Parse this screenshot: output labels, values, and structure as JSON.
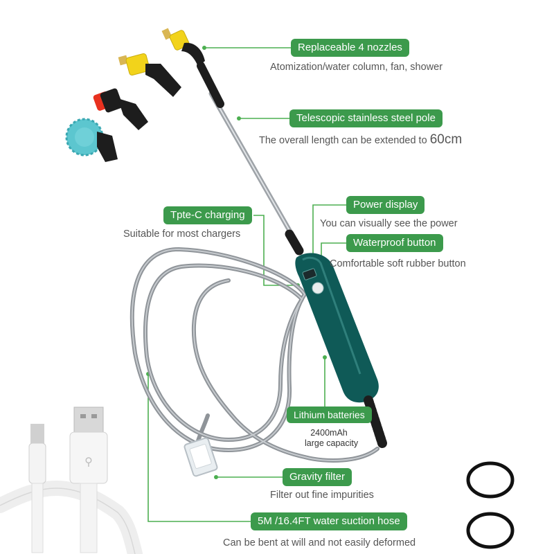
{
  "callouts": {
    "nozzles": {
      "title": "Replaceable 4 nozzles",
      "desc": "Atomization/water column, fan, shower"
    },
    "pole": {
      "title": "Telescopic stainless steel pole",
      "desc": "The overall length can be extended to",
      "value": "60cm"
    },
    "charging": {
      "title": "Tpte-C charging",
      "desc": "Suitable for most chargers"
    },
    "power": {
      "title": "Power display",
      "desc": "You can visually see the power"
    },
    "button": {
      "title": "Waterproof button",
      "desc": "Comfortable soft rubber button"
    },
    "battery": {
      "title": "Lithium batteries",
      "capacity": "2400mAh",
      "capacity_desc": "large capacity"
    },
    "filter": {
      "title": "Gravity filter",
      "desc": "Filter out fine impurities"
    },
    "hose": {
      "title": "5M /16.4FT water suction hose",
      "desc": "Can be bent at will and not easily deformed"
    }
  },
  "colors": {
    "label_bg": "#3c9a4c",
    "label_text": "#ffffff",
    "leader_line": "#4caf50",
    "handle": "#0f5a57",
    "hose": "#8f9499"
  }
}
